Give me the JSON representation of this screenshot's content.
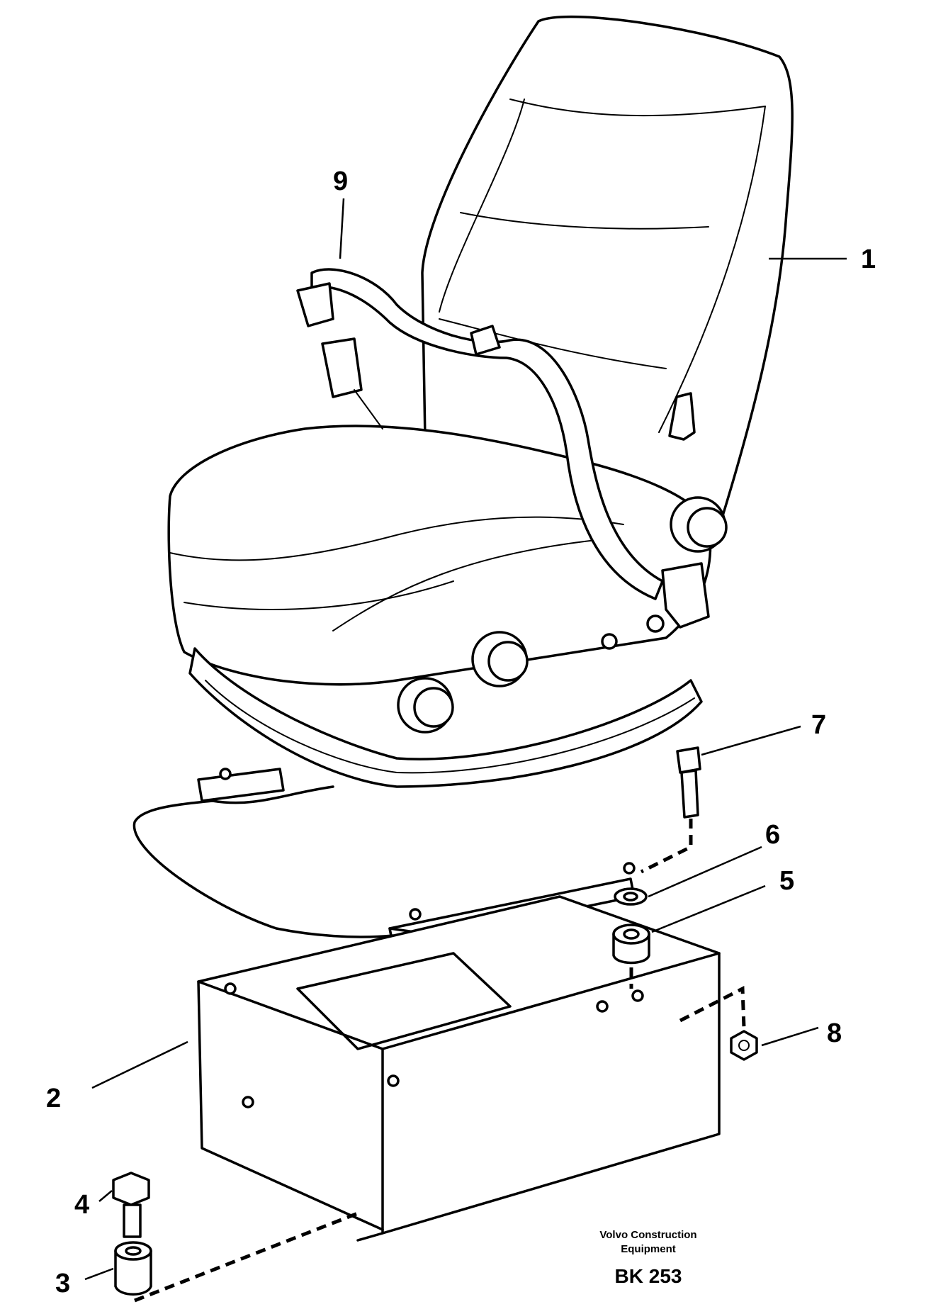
{
  "callouts": [
    {
      "id": "1",
      "label": "1",
      "part": "seat"
    },
    {
      "id": "2",
      "label": "2",
      "part": "seat-base-bracket"
    },
    {
      "id": "3",
      "label": "3",
      "part": "spacer-sleeve"
    },
    {
      "id": "4",
      "label": "4",
      "part": "screw"
    },
    {
      "id": "5",
      "label": "5",
      "part": "spacer"
    },
    {
      "id": "6",
      "label": "6",
      "part": "washer"
    },
    {
      "id": "7",
      "label": "7",
      "part": "screw"
    },
    {
      "id": "8",
      "label": "8",
      "part": "nut"
    },
    {
      "id": "9",
      "label": "9",
      "part": "seat-belt"
    }
  ],
  "footer": {
    "credit_line1": "Volvo Construction",
    "credit_line2": "Equipment",
    "doc_ref": "BK 253"
  }
}
